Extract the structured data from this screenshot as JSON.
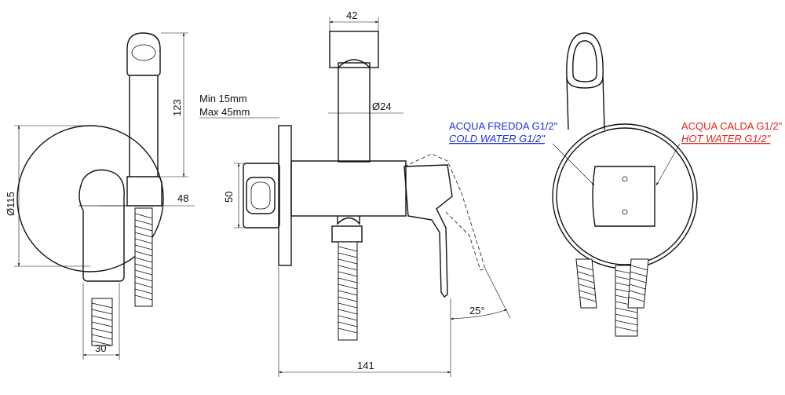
{
  "dimensions": {
    "height_spray": "123",
    "diameter_plate": "Ø115",
    "depth_bracket": "48",
    "width_lever": "30",
    "install_depth_label_1": "Min 15mm",
    "install_depth_label_2": "Max 45mm",
    "bracket_width": "42",
    "pipe_diameter": "Ø24",
    "body_height": "50",
    "total_length": "141",
    "lever_angle": "25°"
  },
  "notes": {
    "cold_it": "ACQUA FREDDA G1/2\"",
    "cold_en": "COLD WATER G1/2\"",
    "hot_it": "ACQUA CALDA G1/2\"",
    "hot_en": "HOT WATER G1/2\""
  },
  "colors": {
    "cold": "#1a2fd6",
    "hot": "#e0241b",
    "line": "#111111"
  }
}
